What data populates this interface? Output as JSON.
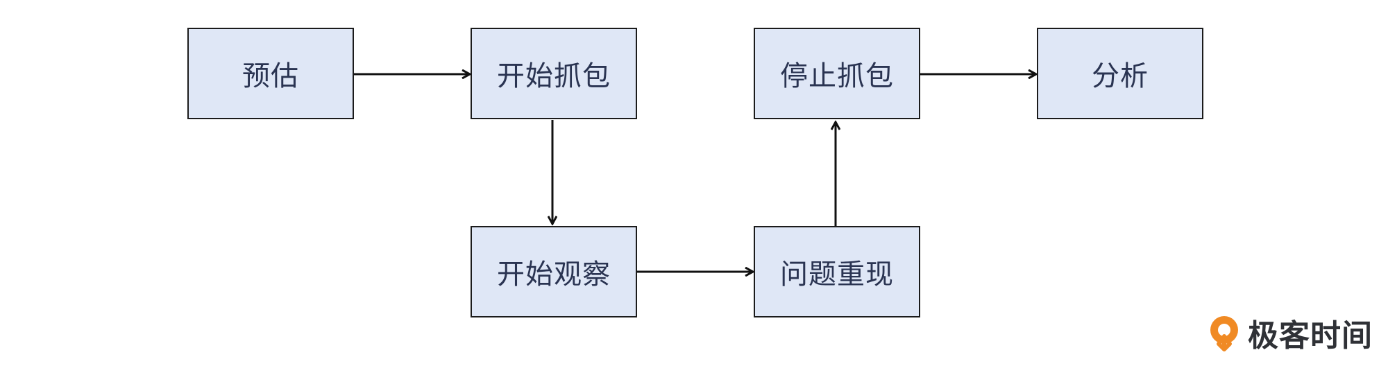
{
  "nodes": {
    "estimate": "预估",
    "start_capture": "开始抓包",
    "stop_capture": "停止抓包",
    "analyze": "分析",
    "start_observe": "开始观察",
    "reproduce": "问题重现"
  },
  "logo": {
    "text": "极客时间",
    "icon": "geektime-logo-icon",
    "color": "#f08a24"
  },
  "colors": {
    "box_fill": "#dfe7f6",
    "box_border": "#1b1b1b",
    "text": "#2a3452",
    "arrow": "#111111"
  }
}
